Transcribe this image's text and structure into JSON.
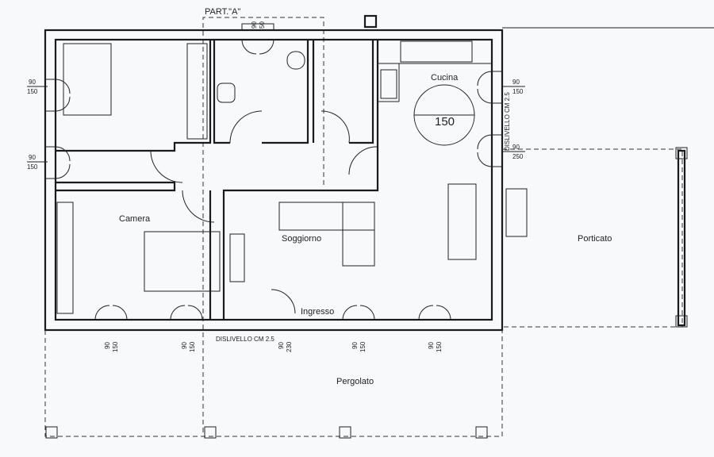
{
  "plan": {
    "part_label": "PART.\"A\"",
    "rooms": {
      "camera": "Camera",
      "soggiorno": "Soggiorno",
      "cucina": "Cucina",
      "ingresso": "Ingresso",
      "porticato": "Porticato",
      "pergolato": "Pergolato"
    },
    "table_diameter": "150",
    "level_note": "DISLIVELLO CM 2.5",
    "openings": {
      "top_bath": {
        "w": "90",
        "h": "50"
      },
      "left_1": {
        "w": "90",
        "h": "150"
      },
      "left_2": {
        "w": "90",
        "h": "150"
      },
      "right_1": {
        "w": "90",
        "h": "150"
      },
      "right_2": {
        "w": "90",
        "h": "250"
      },
      "bottom_1": {
        "w": "90",
        "h": "150"
      },
      "bottom_2": {
        "w": "90",
        "h": "150"
      },
      "bottom_entry": {
        "w": "90",
        "h": "230"
      },
      "bottom_3": {
        "w": "90",
        "h": "150"
      },
      "bottom_4": {
        "w": "90",
        "h": "150"
      }
    }
  }
}
